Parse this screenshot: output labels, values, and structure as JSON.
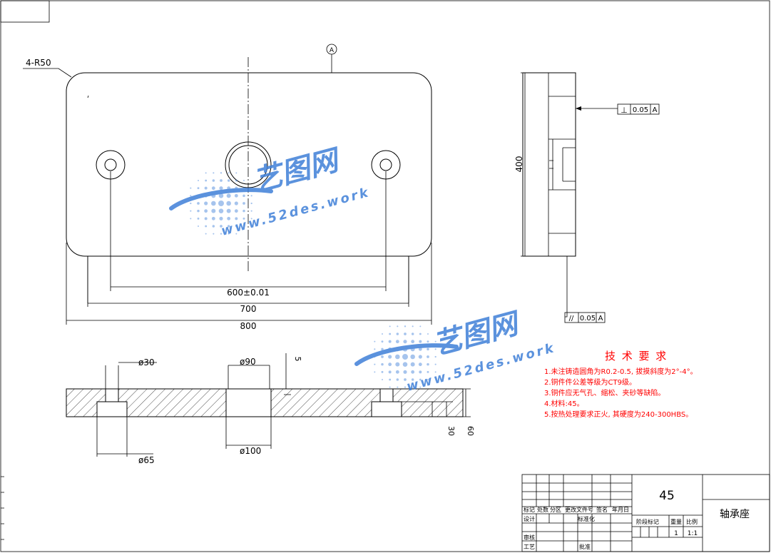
{
  "dims": {
    "corner_radius": "4-R50",
    "datum_a": "A",
    "hole_spacing": "600±0.01",
    "inner_length": "700",
    "total_length": "800",
    "side_height": "400",
    "dia_30": "ø30",
    "dia_90": "ø90",
    "dia_65": "ø65",
    "dia_100": "ø100",
    "depth_5": "5",
    "thick_30": "30",
    "thick_60": "60"
  },
  "tolerances": {
    "perp_symbol": "⊥",
    "perp_value": "0.05",
    "perp_datum": "A",
    "par_symbol": "//",
    "par_value": "0.05",
    "par_datum": "A"
  },
  "watermark": {
    "cn": "艺图网",
    "url": "www.52des.work"
  },
  "tech": {
    "title": "技 术 要 求",
    "items": [
      "1.未注铸造圆角为R0.2-0.5, 拔摸斜度为2°-4°。",
      "2.铜件件公差等级为CT9级。",
      "3.铜件应无气孔、缩松、夹砂等缺陷。",
      "4.材料:45。",
      "5.按热处理要求正火, 其硬度为240-300HBS。"
    ]
  },
  "title_block": {
    "material": "45",
    "part_name": "轴承座",
    "h_mark": "标记",
    "h_count": "处数",
    "h_zone": "分区",
    "h_docno": "更改文件号",
    "h_sign": "签名",
    "h_date": "年月日",
    "h_design": "设计",
    "h_standard": "标准化",
    "h_stage": "阶段标记",
    "h_weight": "重量",
    "h_scale": "比例",
    "h_review": "审核",
    "h_process": "工艺",
    "h_approve": "批准",
    "quantity": "1",
    "scale": "1:1"
  },
  "colors": {
    "line": "#000000",
    "tech_text": "#ff0000",
    "watermark": "#3f7fd8"
  }
}
